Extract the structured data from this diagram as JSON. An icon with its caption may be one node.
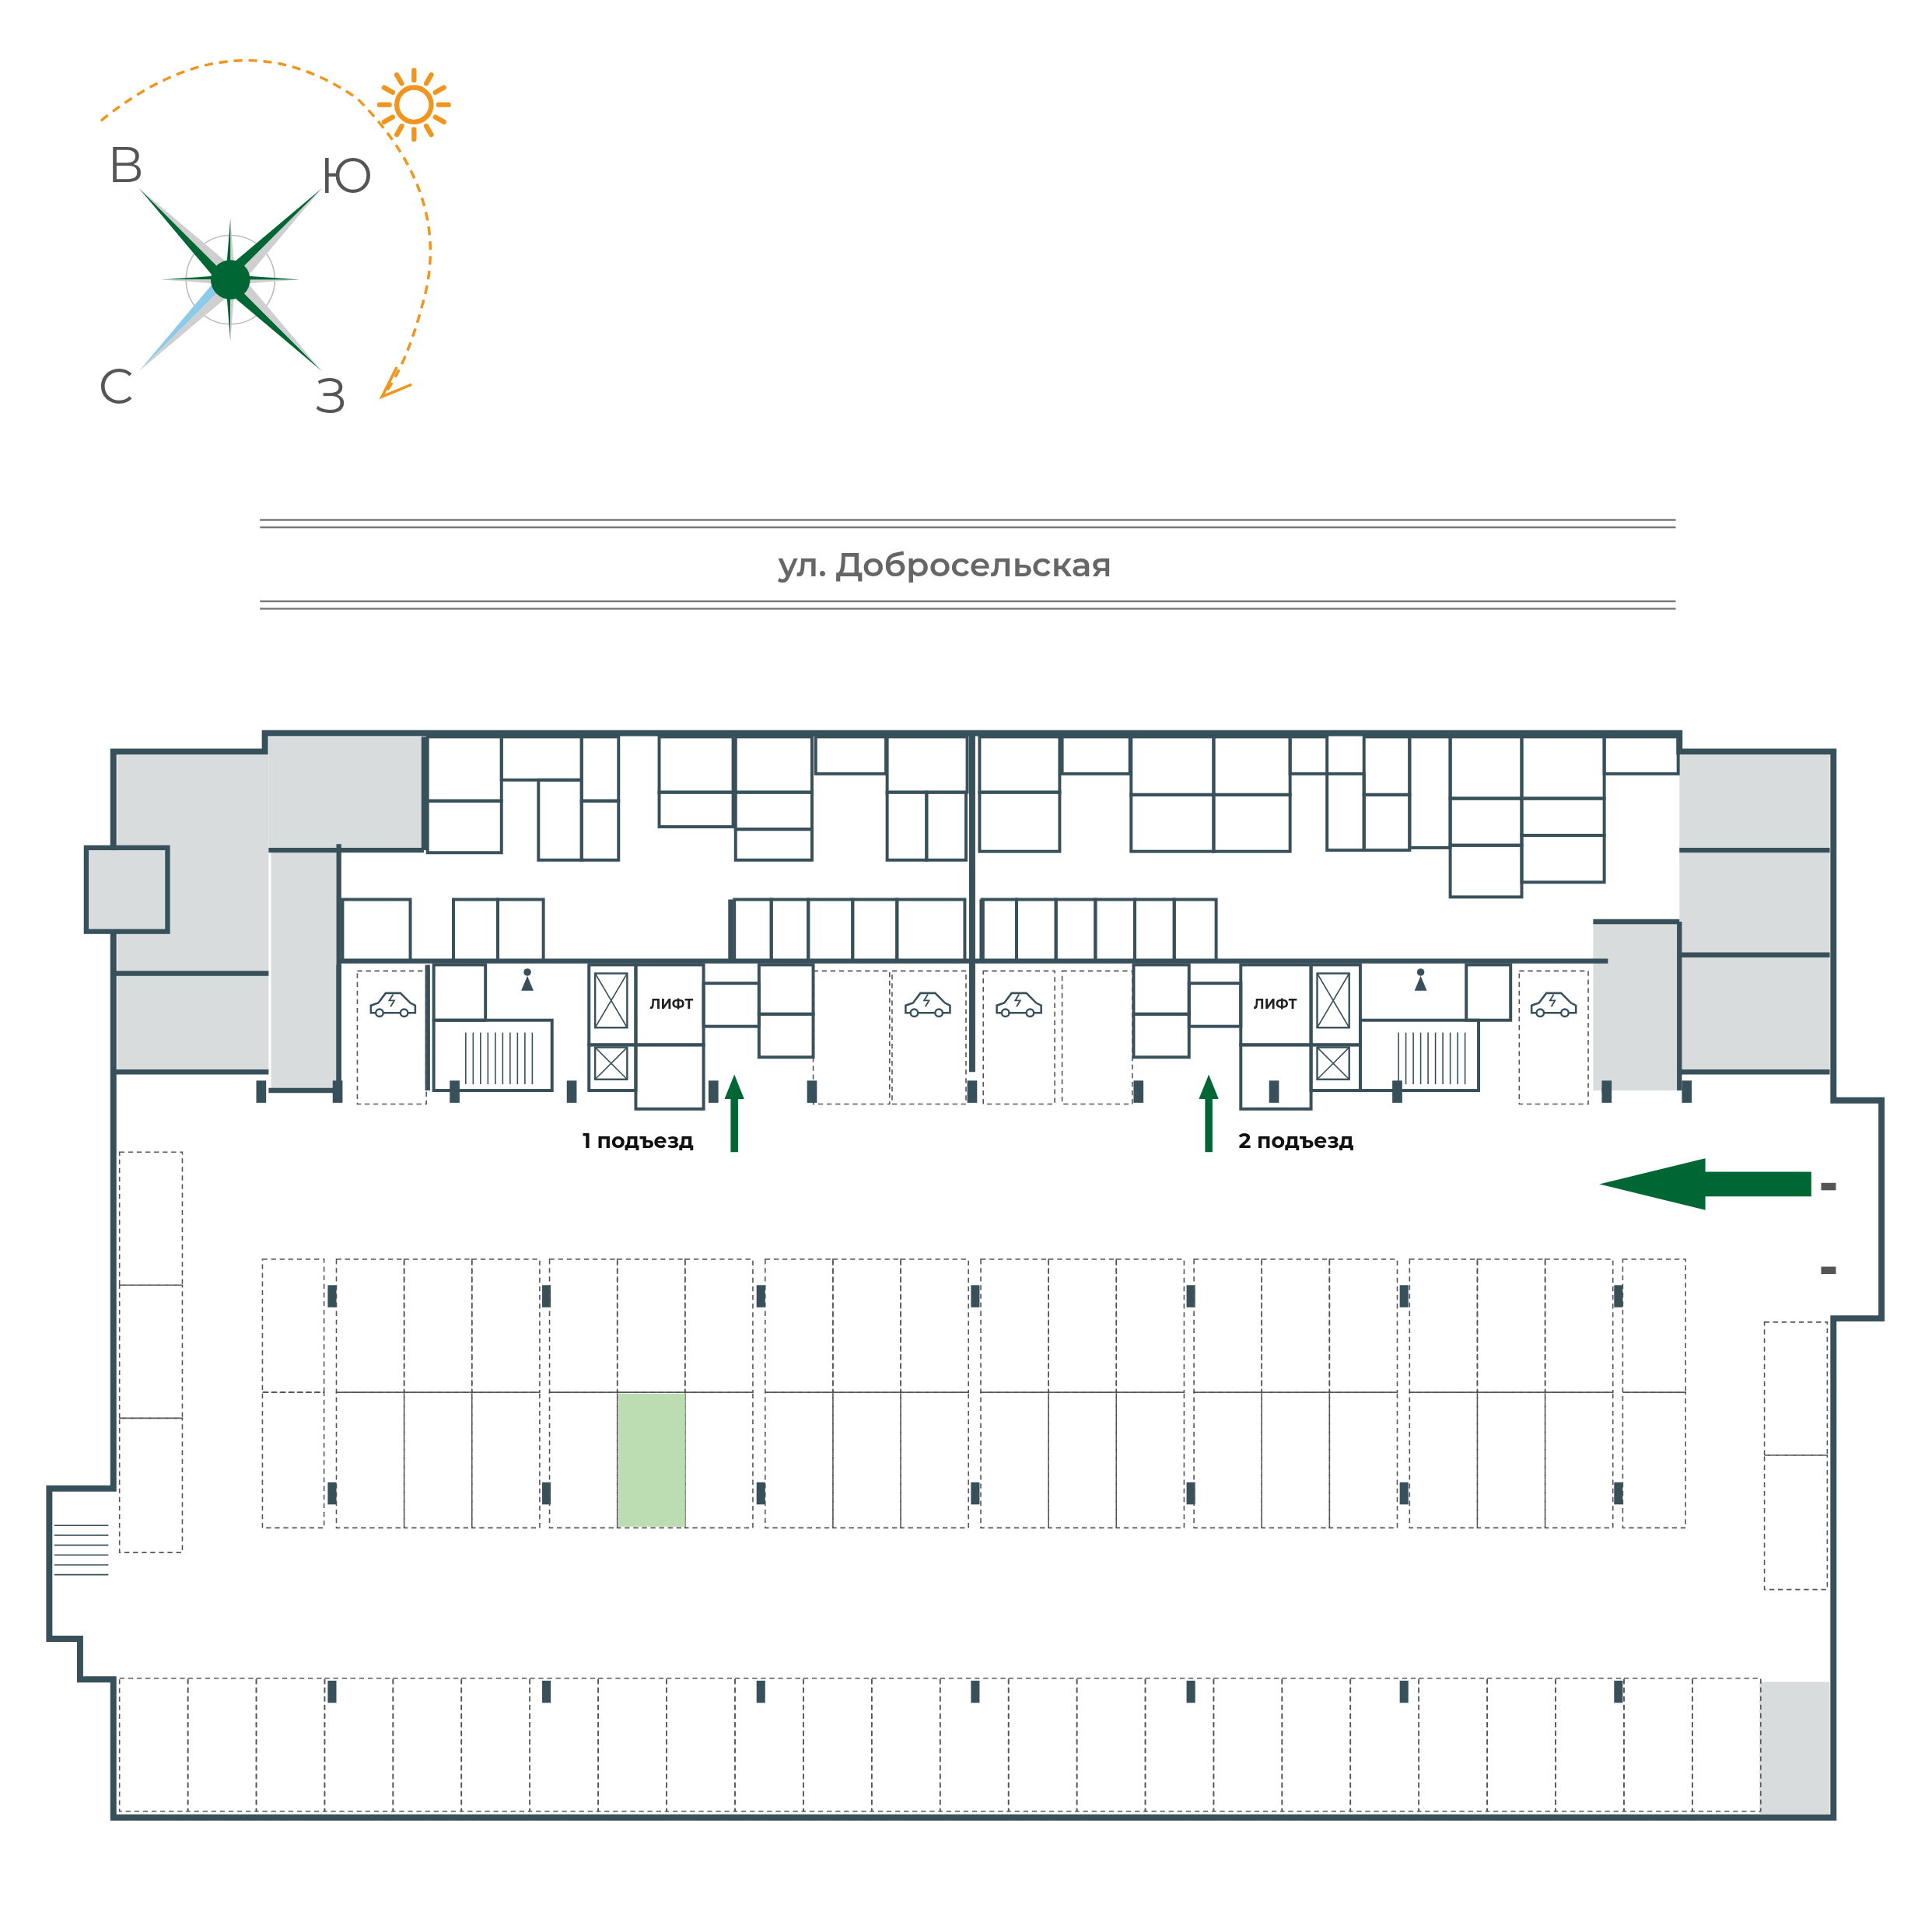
{
  "diagram": {
    "labels": [
      "В",
      "Ю",
      "С",
      "З",
      "ул. Добросельская",
      "ЛИФТ",
      "ЛИФТ",
      "1 подъезд",
      "2 подъезд"
    ]
  }
}
